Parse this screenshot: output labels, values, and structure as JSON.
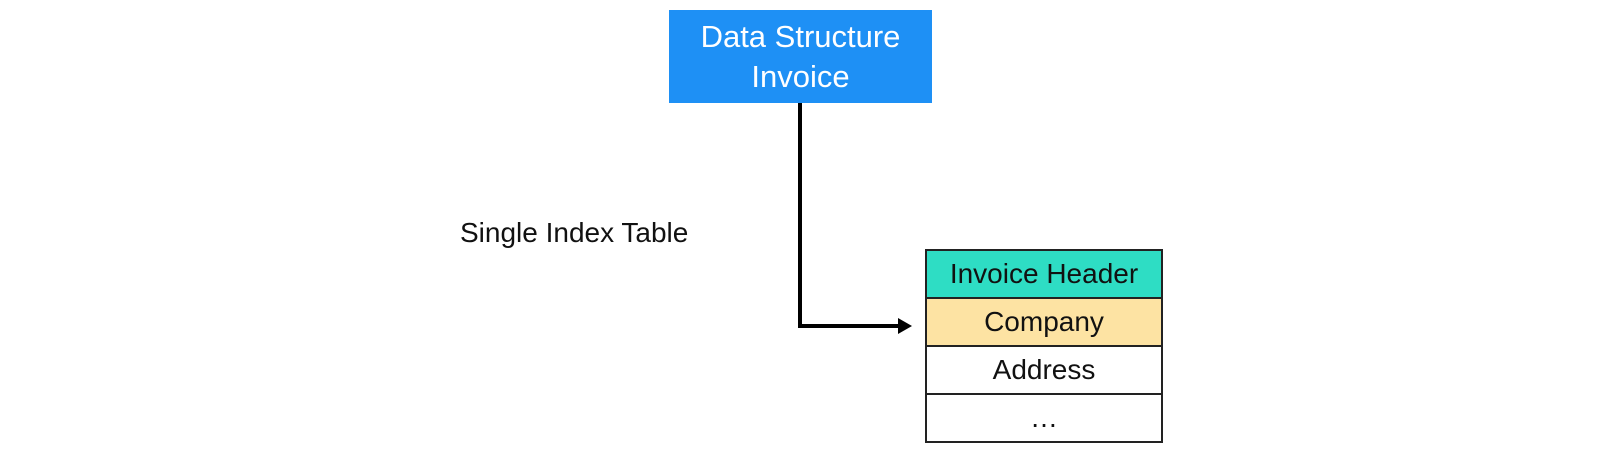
{
  "root": {
    "line1": "Data Structure",
    "line2": "Invoice",
    "color": "#1E90F5"
  },
  "connector_label": "Single Index Table",
  "table": {
    "rows": [
      {
        "label": "Invoice Header",
        "color": "#2EDDC4"
      },
      {
        "label": "Company",
        "color": "#FDE3A3"
      },
      {
        "label": "Address",
        "color": "#FFFFFF"
      },
      {
        "label": "…",
        "color": "#FFFFFF"
      }
    ]
  }
}
